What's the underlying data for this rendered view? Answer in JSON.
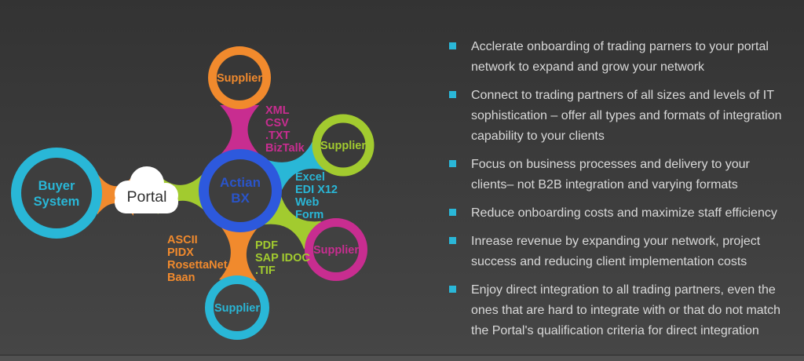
{
  "colors": {
    "background_top": "#333333",
    "background_bottom": "#464646",
    "footer_strip": "#515151",
    "cyan": "#29b7d7",
    "orange": "#f18a2d",
    "lime": "#a2cb2f",
    "magenta": "#c82d90",
    "blue_ring": "#2d59dd",
    "blue_text": "#2a54c9",
    "bullet": "#2ab7d8",
    "body_text": "#d9d9d9",
    "cloud_fill": "#ffffff",
    "portal_text": "#303030"
  },
  "diagram": {
    "buyer": {
      "line1": "Buyer",
      "line2": "System"
    },
    "portal": {
      "label": "Portal"
    },
    "hub": {
      "line1": "Actian",
      "line2": "BX"
    },
    "suppliers": {
      "top": "Supplier",
      "right": "Supplier",
      "bottom_right": "Supplier",
      "bottom": "Supplier"
    },
    "formats": {
      "hub_top": [
        "XML",
        "CSV",
        ".TXT",
        "BizTalk"
      ],
      "hub_right": [
        "Excel",
        "EDI X12",
        "Web",
        "Form"
      ],
      "hub_bottom_left": [
        "ASCII",
        "PIDX",
        "RosettaNet",
        "Baan"
      ],
      "hub_bottom_right": [
        "PDF",
        "SAP IDOC",
        ".TIF"
      ]
    }
  },
  "benefits": {
    "items": [
      "Acclerate onboarding of trading parners to your portal network to expand and grow your network",
      "Connect to trading partners of all sizes and levels of IT sophistication – offer all types and formats of integration capability to your clients",
      "Focus on business processes and delivery to your clients– not B2B integration and varying formats",
      "Reduce onboarding costs and maximize staff efficiency",
      "Inrease revenue by expanding your network, project success and reducing client implementation costs",
      "Enjoy direct integration to all trading partners, even the ones that are hard to integrate with or that do not match the Portal's qualification criteria for direct integration"
    ]
  }
}
